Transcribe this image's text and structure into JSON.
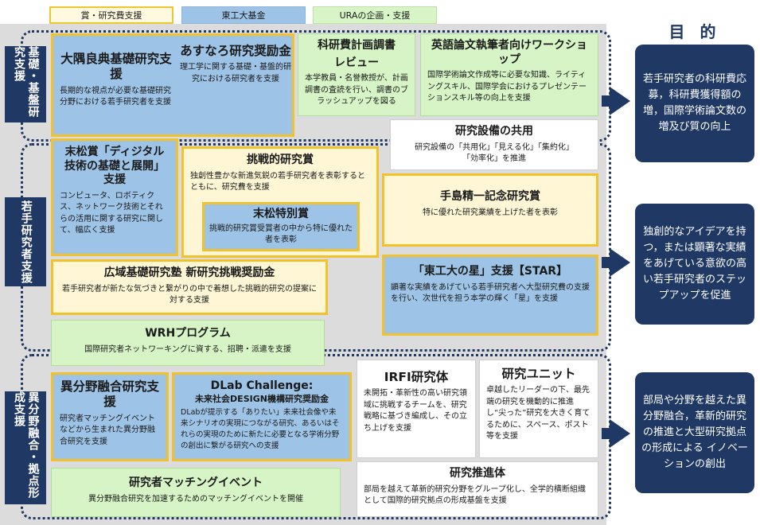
{
  "legend": {
    "yellow": "賞・研究費支援",
    "blue": "東工大基金",
    "green": "URAの企画・支援"
  },
  "sections": {
    "basic": "基礎・基盤研究支援",
    "young": "若手研究者支援",
    "hub": "異分野融合・拠点形成支援"
  },
  "programs": {
    "osumi": {
      "title": "大隅良典基礎研究支援",
      "desc": "長期的な視点が必要な基礎研究分野における若手研究者を支援"
    },
    "asunaro": {
      "title": "あすなろ研究奨励金",
      "desc": "理工学に関する基礎・基盤的研究における研究者を支援"
    },
    "kakenhi": {
      "title1": "科研費計画調書",
      "title2": "レビュー",
      "desc": "本学教員・名誉教授が、計画調書の査読を行い、調書のブラッシュアップを図る"
    },
    "english": {
      "title": "英語論文執筆者向けワークショップ",
      "desc": "国際学術論文作成等に必要な知識、ライティングスキル、国際学会におけるプレゼンテーションスキル等の向上を支援"
    },
    "equipment": {
      "title": "研究設備の共用",
      "desc": "研究設備の「共用化」「見える化」「集約化」「効率化」を推進"
    },
    "suematsu_digital": {
      "title": "末松賞「ディジタル技術の基礎と展開」支援",
      "desc": "コンピュータ、ロボティクス、ネットワーク技術とそれらの活用に関する研究に関して、幅広く支援"
    },
    "challenge": {
      "title": "挑戦的研究賞",
      "desc": "独創性豊かな新進気鋭の若手研究者を表彰するとともに、研究費を支援"
    },
    "suematsu_special": {
      "title": "末松特別賞",
      "desc": "挑戦的研究賞受賞者の中から特に優れた者を表彰"
    },
    "teshima": {
      "title": "手島精一記念研究賞",
      "desc": "特に優れた研究業績を上げた者を表彰"
    },
    "kouiki": {
      "title": "広域基礎研究塾 新研究挑戦奨励金",
      "desc": "若手研究者が新たな気づきと繋がりの中で着想した挑戦的研究の提案に対する支援"
    },
    "star": {
      "title": "「東工大の星」支援【STAR】",
      "desc": "顕著な実績をあげている若手研究者へ大型研究費の支援を行い、次世代を担う本学の輝く「星」を支援"
    },
    "wrh": {
      "title": "WRHプログラム",
      "desc": "国際研究者ネットワーキングに資する、招聘・派遣を支援"
    },
    "ibunya": {
      "title": "異分野融合研究支援",
      "desc": "研究者マッチングイベントなどから生まれた異分野融合研究を支援"
    },
    "dlab": {
      "title1": "DLab Challenge:",
      "title2": "未来社会DESIGN機構研究奨励金",
      "desc": "DLabが提示する「ありたい」未来社会像や未来シナリオの実現につながる研究、あるいはそれらの実現のために新たに必要となる学術分野の創出に繋がる研究への支援"
    },
    "irfi": {
      "title": "IRFI研究体",
      "desc": "未開拓・革新性の高い研究領域に挑戦するチームを、研究戦略に基づき編成し、その立ち上げを支援"
    },
    "unit": {
      "title": "研究ユニット",
      "desc": "卓越したリーダーの下、最先端の研究を機動的に推進し“尖った”研究を大きく育てるために、スペース、ポスト等を支援"
    },
    "matching": {
      "title": "研究者マッチングイベント",
      "desc": "異分野融合研究を加速するためのマッチングイベントを開催"
    },
    "suishin": {
      "title": "研究推進体",
      "desc": "部局を越えて革新的研究分野をグループ化し、全学的横断組織として国際的研究拠点の形成基盤を支援"
    }
  },
  "goals": {
    "title": "目 的",
    "basic": "若手研究者の科研費応募，科研費獲得額の増，国際学術論文数の増及び質の向上",
    "young": "独創的なアイデアを持つ，または顕著な実績をあげている意欲の高い若手研究者のステップアップを促進",
    "hub": "部局や分野を越えた異分野融合，革新的研究の推進と大型研究拠点の形成による イノベーションの創出"
  },
  "colors": {
    "navy": "#1f3864",
    "blue": "#9dc3e6",
    "yellow_border": "#f2c12e",
    "green": "#d6f4c5"
  }
}
